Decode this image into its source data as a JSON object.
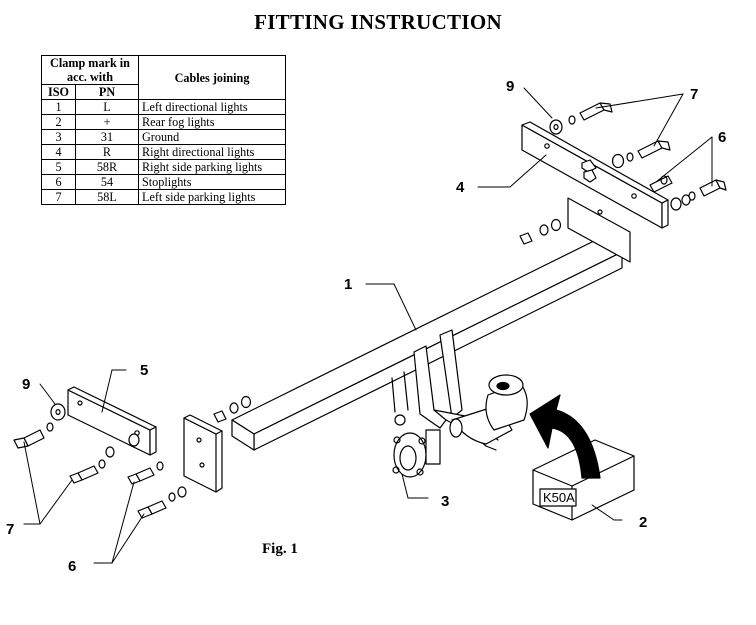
{
  "title": "FITTING INSTRUCTION",
  "table": {
    "header_clamp": "Clamp mark in acc. with",
    "header_cables": "Cables joining",
    "header_iso": "ISO",
    "header_pn": "PN",
    "rows": [
      {
        "iso": "1",
        "pn": "L",
        "desc": "Left directional lights"
      },
      {
        "iso": "2",
        "pn": "+",
        "desc": "Rear fog lights"
      },
      {
        "iso": "3",
        "pn": "31",
        "desc": "Ground"
      },
      {
        "iso": "4",
        "pn": "R",
        "desc": "Right directional lights"
      },
      {
        "iso": "5",
        "pn": "58R",
        "desc": "Right side parking lights"
      },
      {
        "iso": "6",
        "pn": "54",
        "desc": "Stoplights"
      },
      {
        "iso": "7",
        "pn": "58L",
        "desc": "Left side parking lights"
      }
    ]
  },
  "diagram": {
    "box_label": "K50A",
    "fig_caption": "Fig. 1",
    "callouts": {
      "c1": "1",
      "c2": "2",
      "c3": "3",
      "c4": "4",
      "c5": "5",
      "c6_top": "6",
      "c6_bottom": "6",
      "c7_top": "7",
      "c7_bottom": "7",
      "c9_top": "9",
      "c9_bottom": "9"
    }
  }
}
